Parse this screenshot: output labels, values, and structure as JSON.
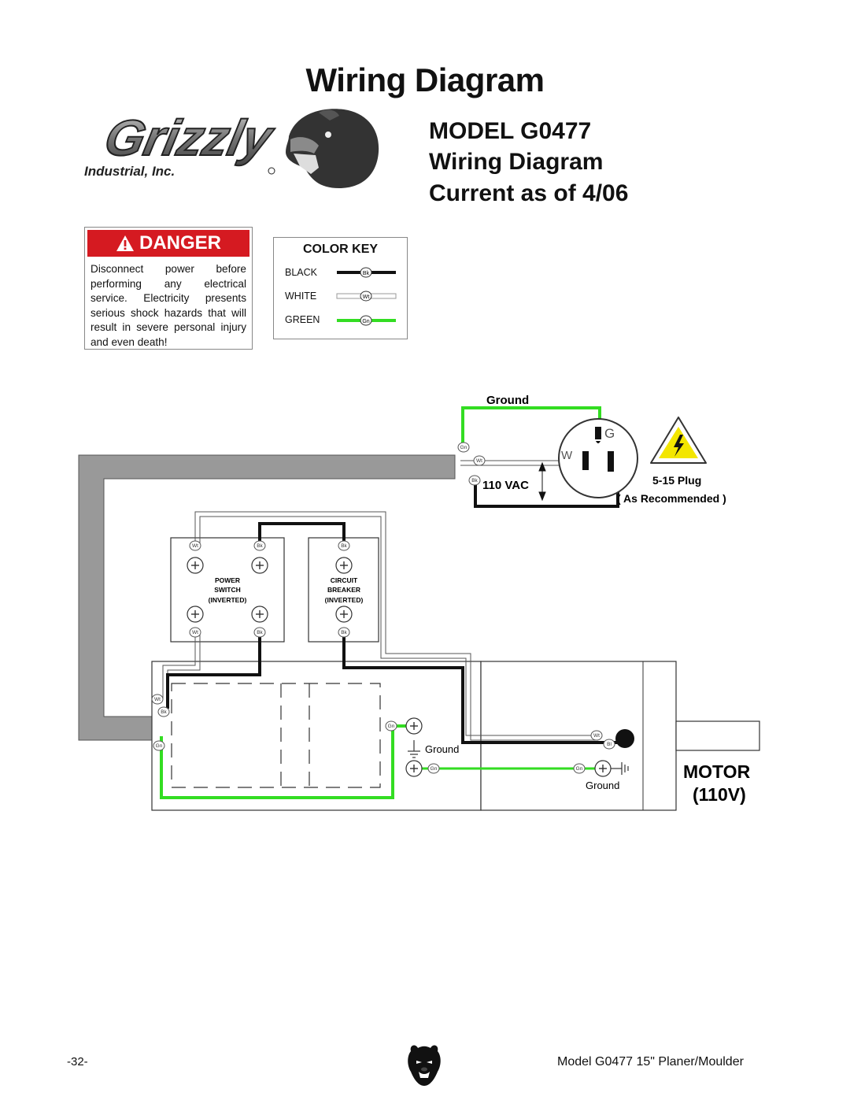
{
  "page": {
    "title": "Wiring Diagram",
    "model_lines": [
      "MODEL G0477",
      "Wiring Diagram",
      "Current as of 4/06"
    ],
    "logo": {
      "brand": "Grizzly",
      "sub": "Industrial, Inc.",
      "icon": "grizzly-bear-logo"
    },
    "footer": {
      "page_number": "-32-",
      "model_text": "Model G0477 15\" Planer/Moulder"
    }
  },
  "danger": {
    "heading": "DANGER",
    "text": "Disconnect power before performing any electrical service. Electricity presents serious shock hazards that will result in severe personal injury and even death!"
  },
  "color_key": {
    "title": "COLOR KEY",
    "entries": [
      {
        "label": "BLACK",
        "abbr": "Bk",
        "color": "#111111"
      },
      {
        "label": "WHITE",
        "abbr": "Wt",
        "color": "#ffffff"
      },
      {
        "label": "GREEN",
        "abbr": "Gn",
        "color": "#33dd22"
      }
    ]
  },
  "diagram": {
    "ground_label": "Ground",
    "voltage_label": "110 VAC",
    "plug_label": "5-15 Plug",
    "plug_note": "( As Recommended )",
    "plug_g": "G",
    "plug_w": "W",
    "power_switch": [
      "POWER",
      "SWITCH",
      "(INVERTED)"
    ],
    "circuit_breaker": [
      "CIRCUIT",
      "BREAKER",
      "(INVERTED)"
    ],
    "motor_label": "MOTOR",
    "motor_voltage": "(110V)",
    "ground_mid": "Ground",
    "ground_motor": "Ground",
    "tags": {
      "wt": "Wt",
      "bk": "Bk",
      "gn": "Gn",
      "bl": "Bl"
    }
  }
}
